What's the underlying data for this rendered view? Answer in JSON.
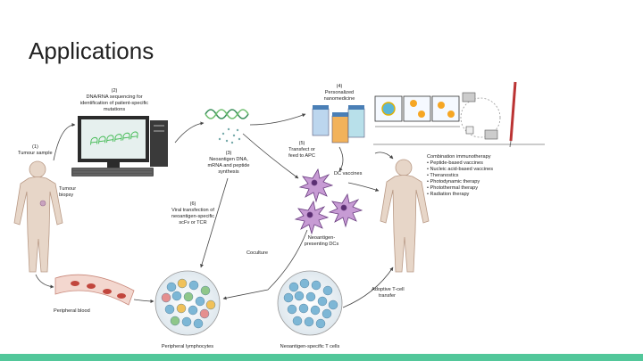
{
  "slide": {
    "title": "Applications",
    "accent_color": "#52c79a"
  },
  "diagram": {
    "step1": {
      "number": "(1)",
      "line1": "Tumour sample"
    },
    "step2": {
      "number": "(2)",
      "line1": "DNA/RNA sequencing for",
      "line2": "identification of patient-specific",
      "line3": "mutations"
    },
    "step3": {
      "number": "(3)",
      "line1": "Neoantigen DNA,",
      "line2": "mRNA and peptide",
      "line3": "synthesis"
    },
    "step4": {
      "number": "(4)",
      "line1": "Personalized",
      "line2": "nanomedicine"
    },
    "step5": {
      "number": "(5)",
      "line1": "Transfect or",
      "line2": "feed to APC"
    },
    "step6": {
      "number": "(6)",
      "line1": "Viral transfection of",
      "line2": "neoantigen-specific",
      "line3": "scFv or TCR"
    },
    "tumour_biopsy": {
      "line1": "Tumour",
      "line2": "biopsy"
    },
    "peripheral_blood": "Peripheral blood",
    "dc_vaccines": "DC vaccines",
    "neoantigen_dcs": {
      "line1": "Neoantigen-",
      "line2": "presenting DCs"
    },
    "coculture": "Coculture",
    "adoptive": {
      "line1": "Adoptive T-cell",
      "line2": "transfer"
    },
    "peripheral_lymphocytes": "Peripheral lymphocytes",
    "neoantigen_tcells": "Neoantigen-specific T cells",
    "combination": {
      "title": "Combination immunotherapy",
      "items": [
        "• Peptide-based vaccines",
        "• Nucleic acid-based vaccines",
        "• Theranostics",
        "• Photodynamic therapy",
        "• Photothermal therapy",
        "• Radiation therapy"
      ]
    }
  }
}
